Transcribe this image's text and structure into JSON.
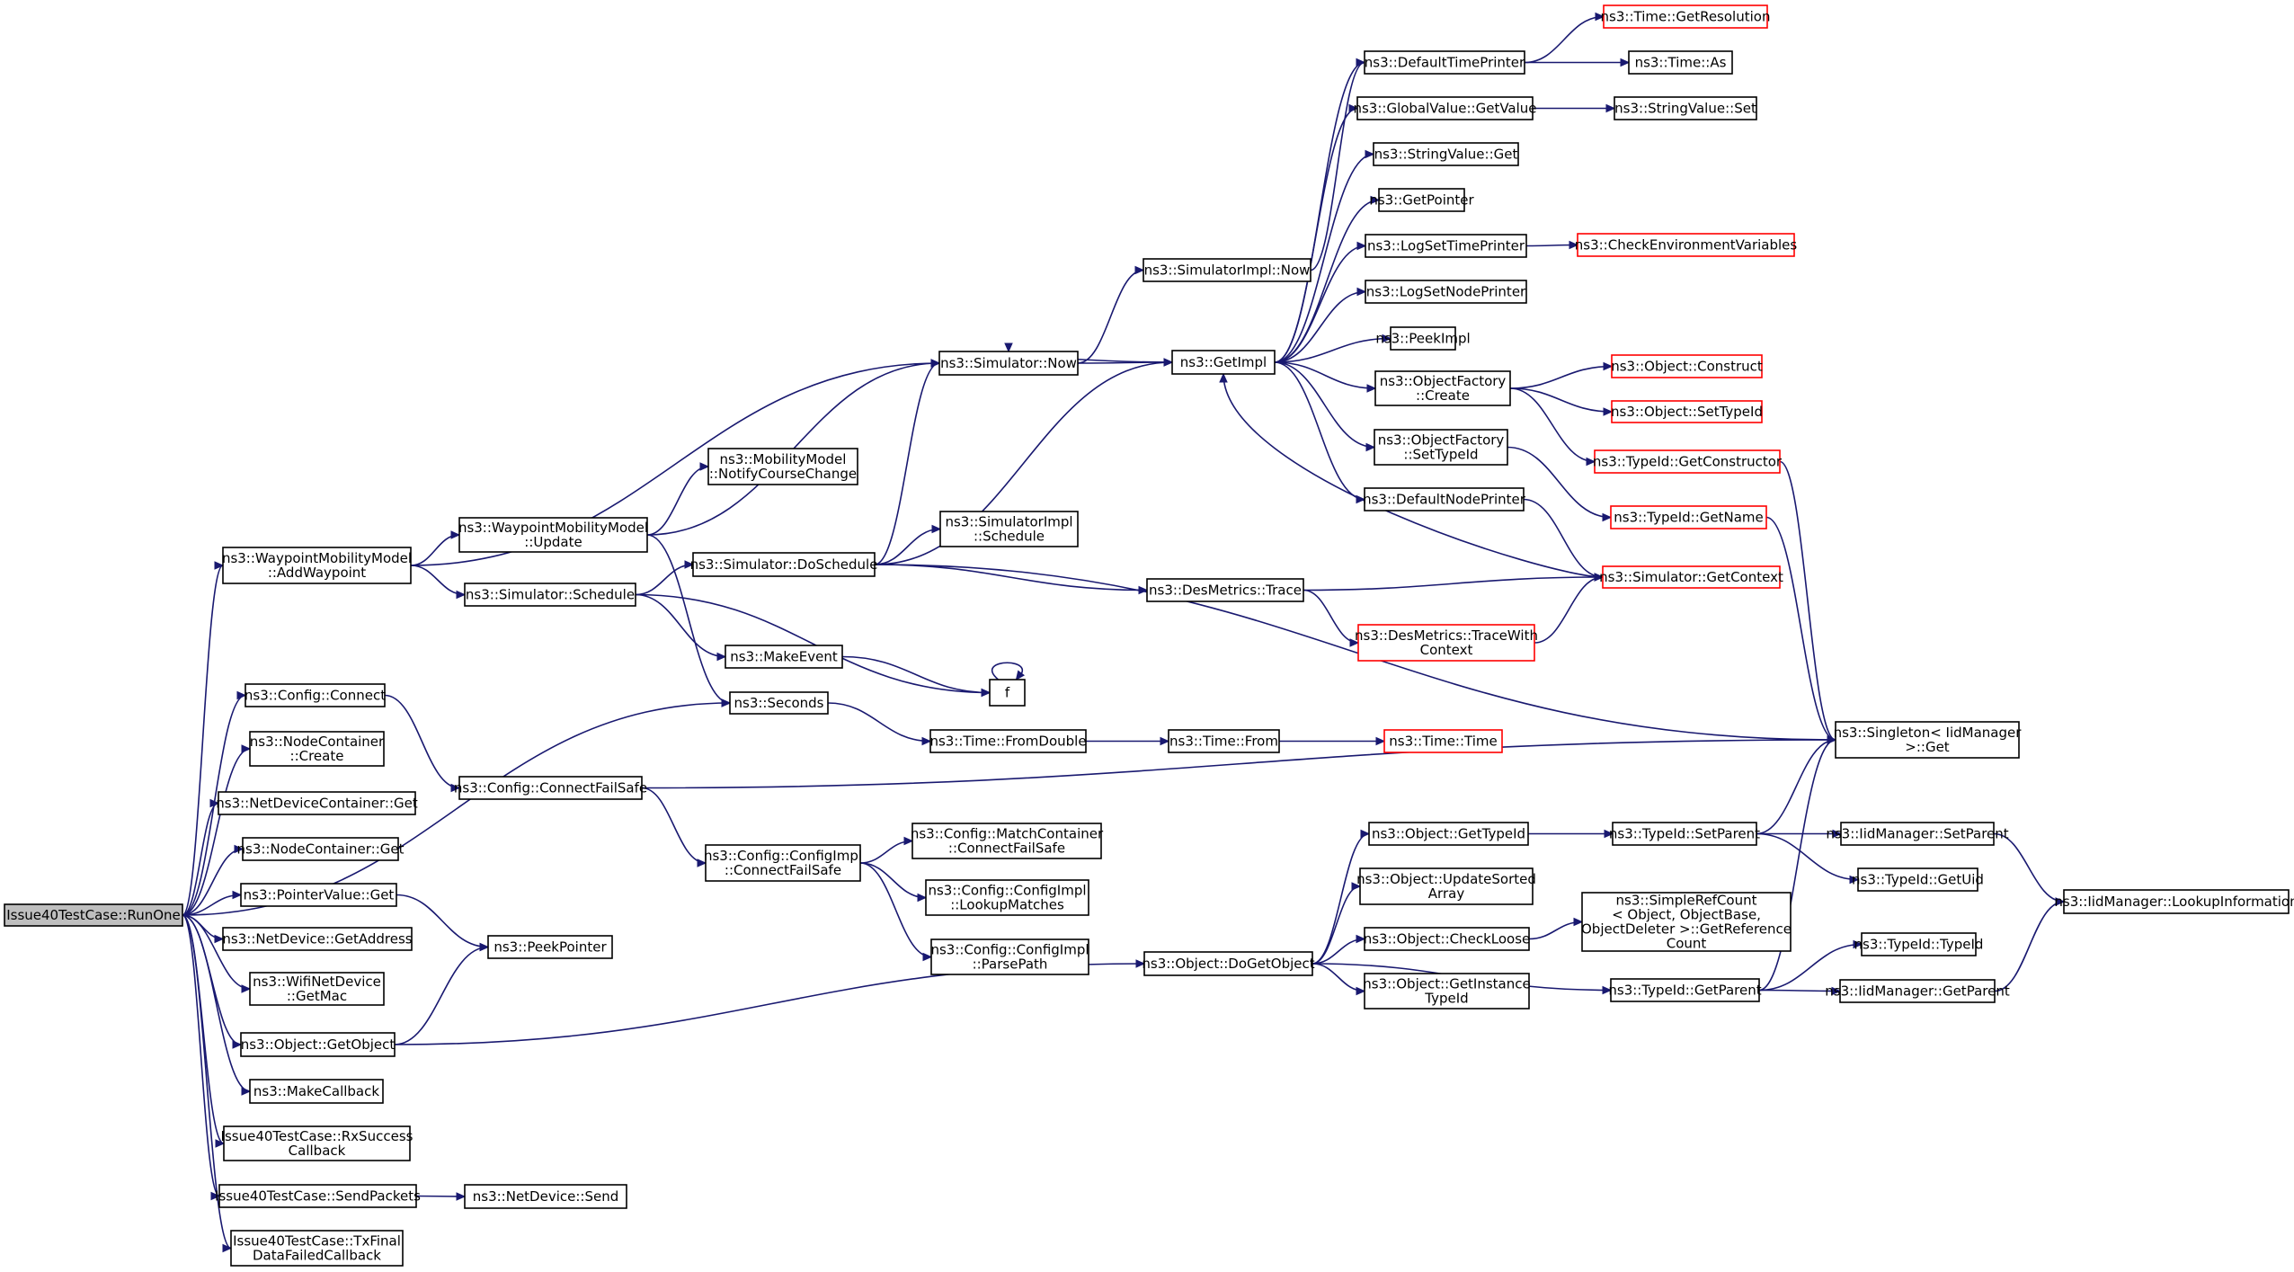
{
  "diagram": {
    "type": "call-graph",
    "colors": {
      "edge": "#191970",
      "border": "#000000",
      "border_highlight": "#ff0000",
      "root_fill": "#bfbfbf"
    },
    "nodes": [
      {
        "id": "runone",
        "lines": [
          "Issue40TestCase::RunOne"
        ],
        "style": "root"
      },
      {
        "id": "addwp",
        "lines": [
          "ns3::WaypointMobilityModel",
          "::AddWaypoint"
        ]
      },
      {
        "id": "cfgconnect",
        "lines": [
          "ns3::Config::Connect"
        ]
      },
      {
        "id": "nccreate",
        "lines": [
          "ns3::NodeContainer",
          "::Create"
        ]
      },
      {
        "id": "ndcget",
        "lines": [
          "ns3::NetDeviceContainer::Get"
        ]
      },
      {
        "id": "ncget",
        "lines": [
          "ns3::NodeContainer::Get"
        ]
      },
      {
        "id": "pvget",
        "lines": [
          "ns3::PointerValue::Get"
        ]
      },
      {
        "id": "ndgetaddr",
        "lines": [
          "ns3::NetDevice::GetAddress"
        ]
      },
      {
        "id": "wifigetmac",
        "lines": [
          "ns3::WifiNetDevice",
          "::GetMac"
        ]
      },
      {
        "id": "objgetobj",
        "lines": [
          "ns3::Object::GetObject"
        ]
      },
      {
        "id": "makecb",
        "lines": [
          "ns3::MakeCallback"
        ]
      },
      {
        "id": "rxsuccess",
        "lines": [
          "Issue40TestCase::RxSuccess",
          "Callback"
        ]
      },
      {
        "id": "sendpackets",
        "lines": [
          "Issue40TestCase::SendPackets"
        ]
      },
      {
        "id": "txfinal",
        "lines": [
          "Issue40TestCase::TxFinal",
          "DataFailedCallback"
        ]
      },
      {
        "id": "wpupdate",
        "lines": [
          "ns3::WaypointMobilityModel",
          "::Update"
        ]
      },
      {
        "id": "simschedule",
        "lines": [
          "ns3::Simulator::Schedule"
        ]
      },
      {
        "id": "cfgconnfs",
        "lines": [
          "ns3::Config::ConnectFailSafe"
        ]
      },
      {
        "id": "peekptr",
        "lines": [
          "ns3::PeekPointer"
        ]
      },
      {
        "id": "ndsend",
        "lines": [
          "ns3::NetDevice::Send"
        ]
      },
      {
        "id": "mmnotify",
        "lines": [
          "ns3::MobilityModel",
          "::NotifyCourseChange"
        ]
      },
      {
        "id": "simdosched",
        "lines": [
          "ns3::Simulator::DoSchedule"
        ]
      },
      {
        "id": "makeevent",
        "lines": [
          "ns3::MakeEvent"
        ]
      },
      {
        "id": "seconds",
        "lines": [
          "ns3::Seconds"
        ]
      },
      {
        "id": "cfgimplcfs",
        "lines": [
          "ns3::Config::ConfigImpl",
          "::ConnectFailSafe"
        ]
      },
      {
        "id": "simnow",
        "lines": [
          "ns3::Simulator::Now"
        ]
      },
      {
        "id": "simimplsched",
        "lines": [
          "ns3::SimulatorImpl",
          "::Schedule"
        ]
      },
      {
        "id": "cfgmatch",
        "lines": [
          "ns3::Config::MatchContainer",
          "::ConnectFailSafe"
        ]
      },
      {
        "id": "cfglookup",
        "lines": [
          "ns3::Config::ConfigImpl",
          "::LookupMatches"
        ]
      },
      {
        "id": "cfgparse",
        "lines": [
          "ns3::Config::ConfigImpl",
          "::ParsePath"
        ]
      },
      {
        "id": "timefromdbl",
        "lines": [
          "ns3::Time::FromDouble"
        ]
      },
      {
        "id": "simimplnow",
        "lines": [
          "ns3::SimulatorImpl::Now"
        ]
      },
      {
        "id": "getimpl",
        "lines": [
          "ns3::GetImpl"
        ]
      },
      {
        "id": "f",
        "lines": [
          "f"
        ]
      },
      {
        "id": "desmtrace",
        "lines": [
          "ns3::DesMetrics::Trace"
        ]
      },
      {
        "id": "timefrom",
        "lines": [
          "ns3::Time::From"
        ]
      },
      {
        "id": "objdoget",
        "lines": [
          "ns3::Object::DoGetObject"
        ]
      },
      {
        "id": "deftimeprinter",
        "lines": [
          "ns3::DefaultTimePrinter"
        ]
      },
      {
        "id": "gvgetvalue",
        "lines": [
          "ns3::GlobalValue::GetValue"
        ]
      },
      {
        "id": "svget",
        "lines": [
          "ns3::StringValue::Get"
        ]
      },
      {
        "id": "getpointer",
        "lines": [
          "ns3::GetPointer"
        ]
      },
      {
        "id": "logsettime",
        "lines": [
          "ns3::LogSetTimePrinter"
        ]
      },
      {
        "id": "logsetnode",
        "lines": [
          "ns3::LogSetNodePrinter"
        ]
      },
      {
        "id": "peekimpl",
        "lines": [
          "ns3::PeekImpl"
        ]
      },
      {
        "id": "ofcreate",
        "lines": [
          "ns3::ObjectFactory",
          "::Create"
        ]
      },
      {
        "id": "ofsettid",
        "lines": [
          "ns3::ObjectFactory",
          "::SetTypeId"
        ]
      },
      {
        "id": "defnodeprinter",
        "lines": [
          "ns3::DefaultNodePrinter"
        ]
      },
      {
        "id": "desmtracectx",
        "lines": [
          "ns3::DesMetrics::TraceWith",
          "Context"
        ],
        "style": "red"
      },
      {
        "id": "timetime",
        "lines": [
          "ns3::Time::Time"
        ],
        "style": "red"
      },
      {
        "id": "objgettid",
        "lines": [
          "ns3::Object::GetTypeId"
        ]
      },
      {
        "id": "objupdsorted",
        "lines": [
          "ns3::Object::UpdateSorted",
          "Array"
        ]
      },
      {
        "id": "objcheckloose",
        "lines": [
          "ns3::Object::CheckLoose"
        ]
      },
      {
        "id": "objgetinst",
        "lines": [
          "ns3::Object::GetInstance",
          "TypeId"
        ]
      },
      {
        "id": "timegetres",
        "lines": [
          "ns3::Time::GetResolution"
        ],
        "style": "red"
      },
      {
        "id": "timeas",
        "lines": [
          "ns3::Time::As"
        ]
      },
      {
        "id": "svset",
        "lines": [
          "ns3::StringValue::Set"
        ]
      },
      {
        "id": "checkenv",
        "lines": [
          "ns3::CheckEnvironmentVariables"
        ],
        "style": "red"
      },
      {
        "id": "objconstruct",
        "lines": [
          "ns3::Object::Construct"
        ],
        "style": "red"
      },
      {
        "id": "objsettid",
        "lines": [
          "ns3::Object::SetTypeId"
        ],
        "style": "red"
      },
      {
        "id": "tidgetctor",
        "lines": [
          "ns3::TypeId::GetConstructor"
        ],
        "style": "red"
      },
      {
        "id": "tidgetname",
        "lines": [
          "ns3::TypeId::GetName"
        ],
        "style": "red"
      },
      {
        "id": "simgetctx",
        "lines": [
          "ns3::Simulator::GetContext"
        ],
        "style": "red"
      },
      {
        "id": "tidsetparent",
        "lines": [
          "ns3::TypeId::SetParent"
        ]
      },
      {
        "id": "srcgetref",
        "lines": [
          "ns3::SimpleRefCount",
          "< Object, ObjectBase,",
          " ObjectDeleter >::GetReference",
          "Count"
        ]
      },
      {
        "id": "tidgetparent",
        "lines": [
          "ns3::TypeId::GetParent"
        ]
      },
      {
        "id": "singleton",
        "lines": [
          "ns3::Singleton< IidManager",
          " >::Get"
        ]
      },
      {
        "id": "iidsetparent",
        "lines": [
          "ns3::IidManager::SetParent"
        ]
      },
      {
        "id": "tidgetuid",
        "lines": [
          "ns3::TypeId::GetUid"
        ]
      },
      {
        "id": "tidtypeid",
        "lines": [
          "ns3::TypeId::TypeId"
        ]
      },
      {
        "id": "iidgetparent",
        "lines": [
          "ns3::IidManager::GetParent"
        ]
      },
      {
        "id": "iidlookup",
        "lines": [
          "ns3::IidManager::LookupInformation"
        ]
      }
    ]
  }
}
